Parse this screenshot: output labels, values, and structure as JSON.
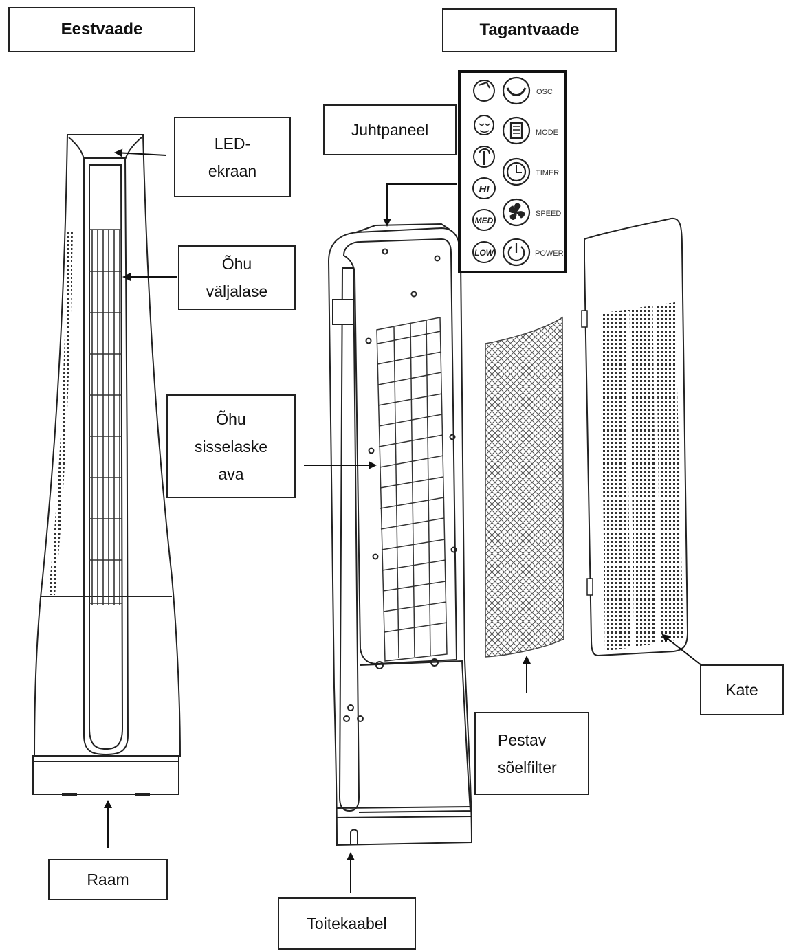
{
  "views": {
    "front": "Eestvaade",
    "back": "Tagantvaade"
  },
  "labels": {
    "led_screen": "LED-\nekraan",
    "air_outlet": "Õhu\nväljalase",
    "air_inlet": "Õhu\nsisselaske\nava",
    "stand": "Raam",
    "control_panel": "Juhtpaneel",
    "power_cable": "Toitekaabel",
    "filter": "Pestav\nsõelfilter",
    "cover": "Kate"
  },
  "control_panel": {
    "osc": "OSC",
    "mode": "MODE",
    "timer": "TIMER",
    "speed": "SPEED",
    "power": "POWER",
    "hi": "HI",
    "med": "MED",
    "low": "LOW",
    "icons": [
      "rotate-icon",
      "sleep-face-icon",
      "natural-wind-icon",
      "oscillate-icon",
      "mode-list-icon",
      "timer-clock-icon",
      "fan-speed-icon",
      "power-icon"
    ]
  },
  "colors": {
    "line": "#222222",
    "fill": "#ffffff"
  }
}
